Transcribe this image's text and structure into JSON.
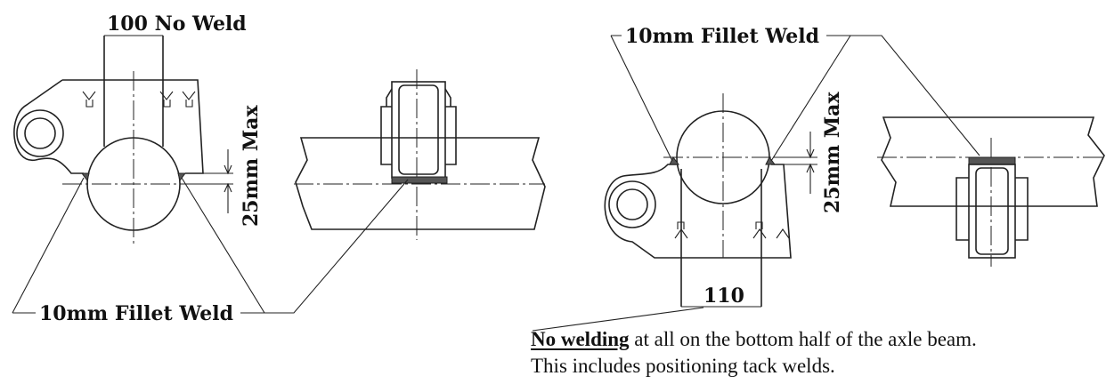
{
  "labels": {
    "no_weld_width": "100 No Weld",
    "fillet_weld_top": "10mm Fillet Weld",
    "fillet_weld_bottom": "10mm Fillet Weld",
    "max_left": "25mm Max",
    "max_right": "25mm Max",
    "dim_110": "110"
  },
  "note": {
    "emphasis": "No welding",
    "line1_rest": " at all on the bottom half of the axle beam.",
    "line2": "This includes positioning tack welds."
  }
}
